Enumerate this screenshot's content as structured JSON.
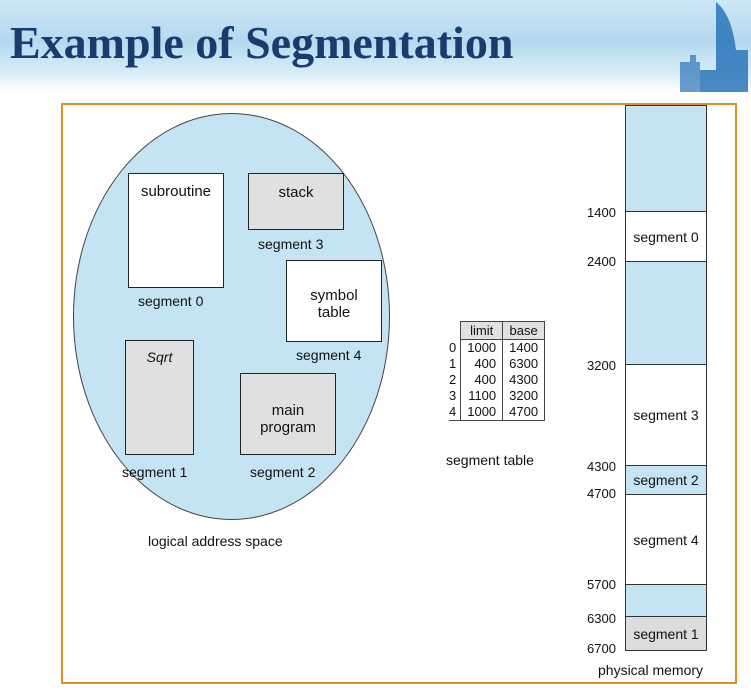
{
  "title": "Example of Segmentation",
  "logical": {
    "caption": "logical address space",
    "segments": {
      "subroutine": {
        "content": "subroutine",
        "label": "segment 0"
      },
      "stack": {
        "content": "stack",
        "label": "segment 3"
      },
      "symbol_table": {
        "content": "symbol\ntable",
        "label": "segment 4"
      },
      "sqrt": {
        "content": "Sqrt",
        "label": "segment 1"
      },
      "main_program": {
        "content": "main\nprogram",
        "label": "segment 2"
      }
    }
  },
  "segment_table": {
    "caption": "segment table",
    "headers": [
      "limit",
      "base"
    ],
    "rows": [
      {
        "index": "0",
        "limit": "1000",
        "base": "1400"
      },
      {
        "index": "1",
        "limit": "400",
        "base": "6300"
      },
      {
        "index": "2",
        "limit": "400",
        "base": "4300"
      },
      {
        "index": "3",
        "limit": "1100",
        "base": "3200"
      },
      {
        "index": "4",
        "limit": "1000",
        "base": "4700"
      }
    ]
  },
  "physical": {
    "caption": "physical memory",
    "addresses": [
      "1400",
      "2400",
      "3200",
      "4300",
      "4700",
      "5700",
      "6300",
      "6700"
    ],
    "blocks": {
      "seg0": "segment 0",
      "seg3": "segment 3",
      "seg2": "segment 2",
      "seg4": "segment 4",
      "seg1": "segment 1"
    }
  },
  "colors": {
    "title": "#1a3b6e",
    "memory_blue": "#c5e4f3",
    "frame": "#d9922a"
  }
}
